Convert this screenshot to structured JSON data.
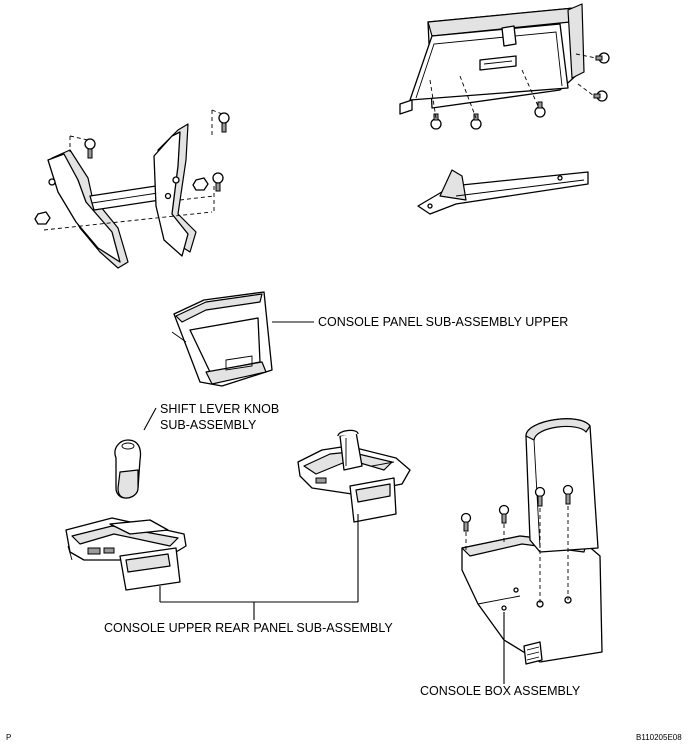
{
  "labels": {
    "console_panel_upper": "CONSOLE PANEL SUB-ASSEMBLY UPPER",
    "shift_knob_line1": "SHIFT LEVER KNOB",
    "shift_knob_line2": "SUB-ASSEMBLY",
    "console_upper_rear": "CONSOLE UPPER REAR PANEL SUB-ASSEMBLY",
    "console_box": "CONSOLE BOX ASSEMBLY"
  },
  "footer": {
    "corner_letter": "P",
    "figure_code": "B110205E08"
  }
}
